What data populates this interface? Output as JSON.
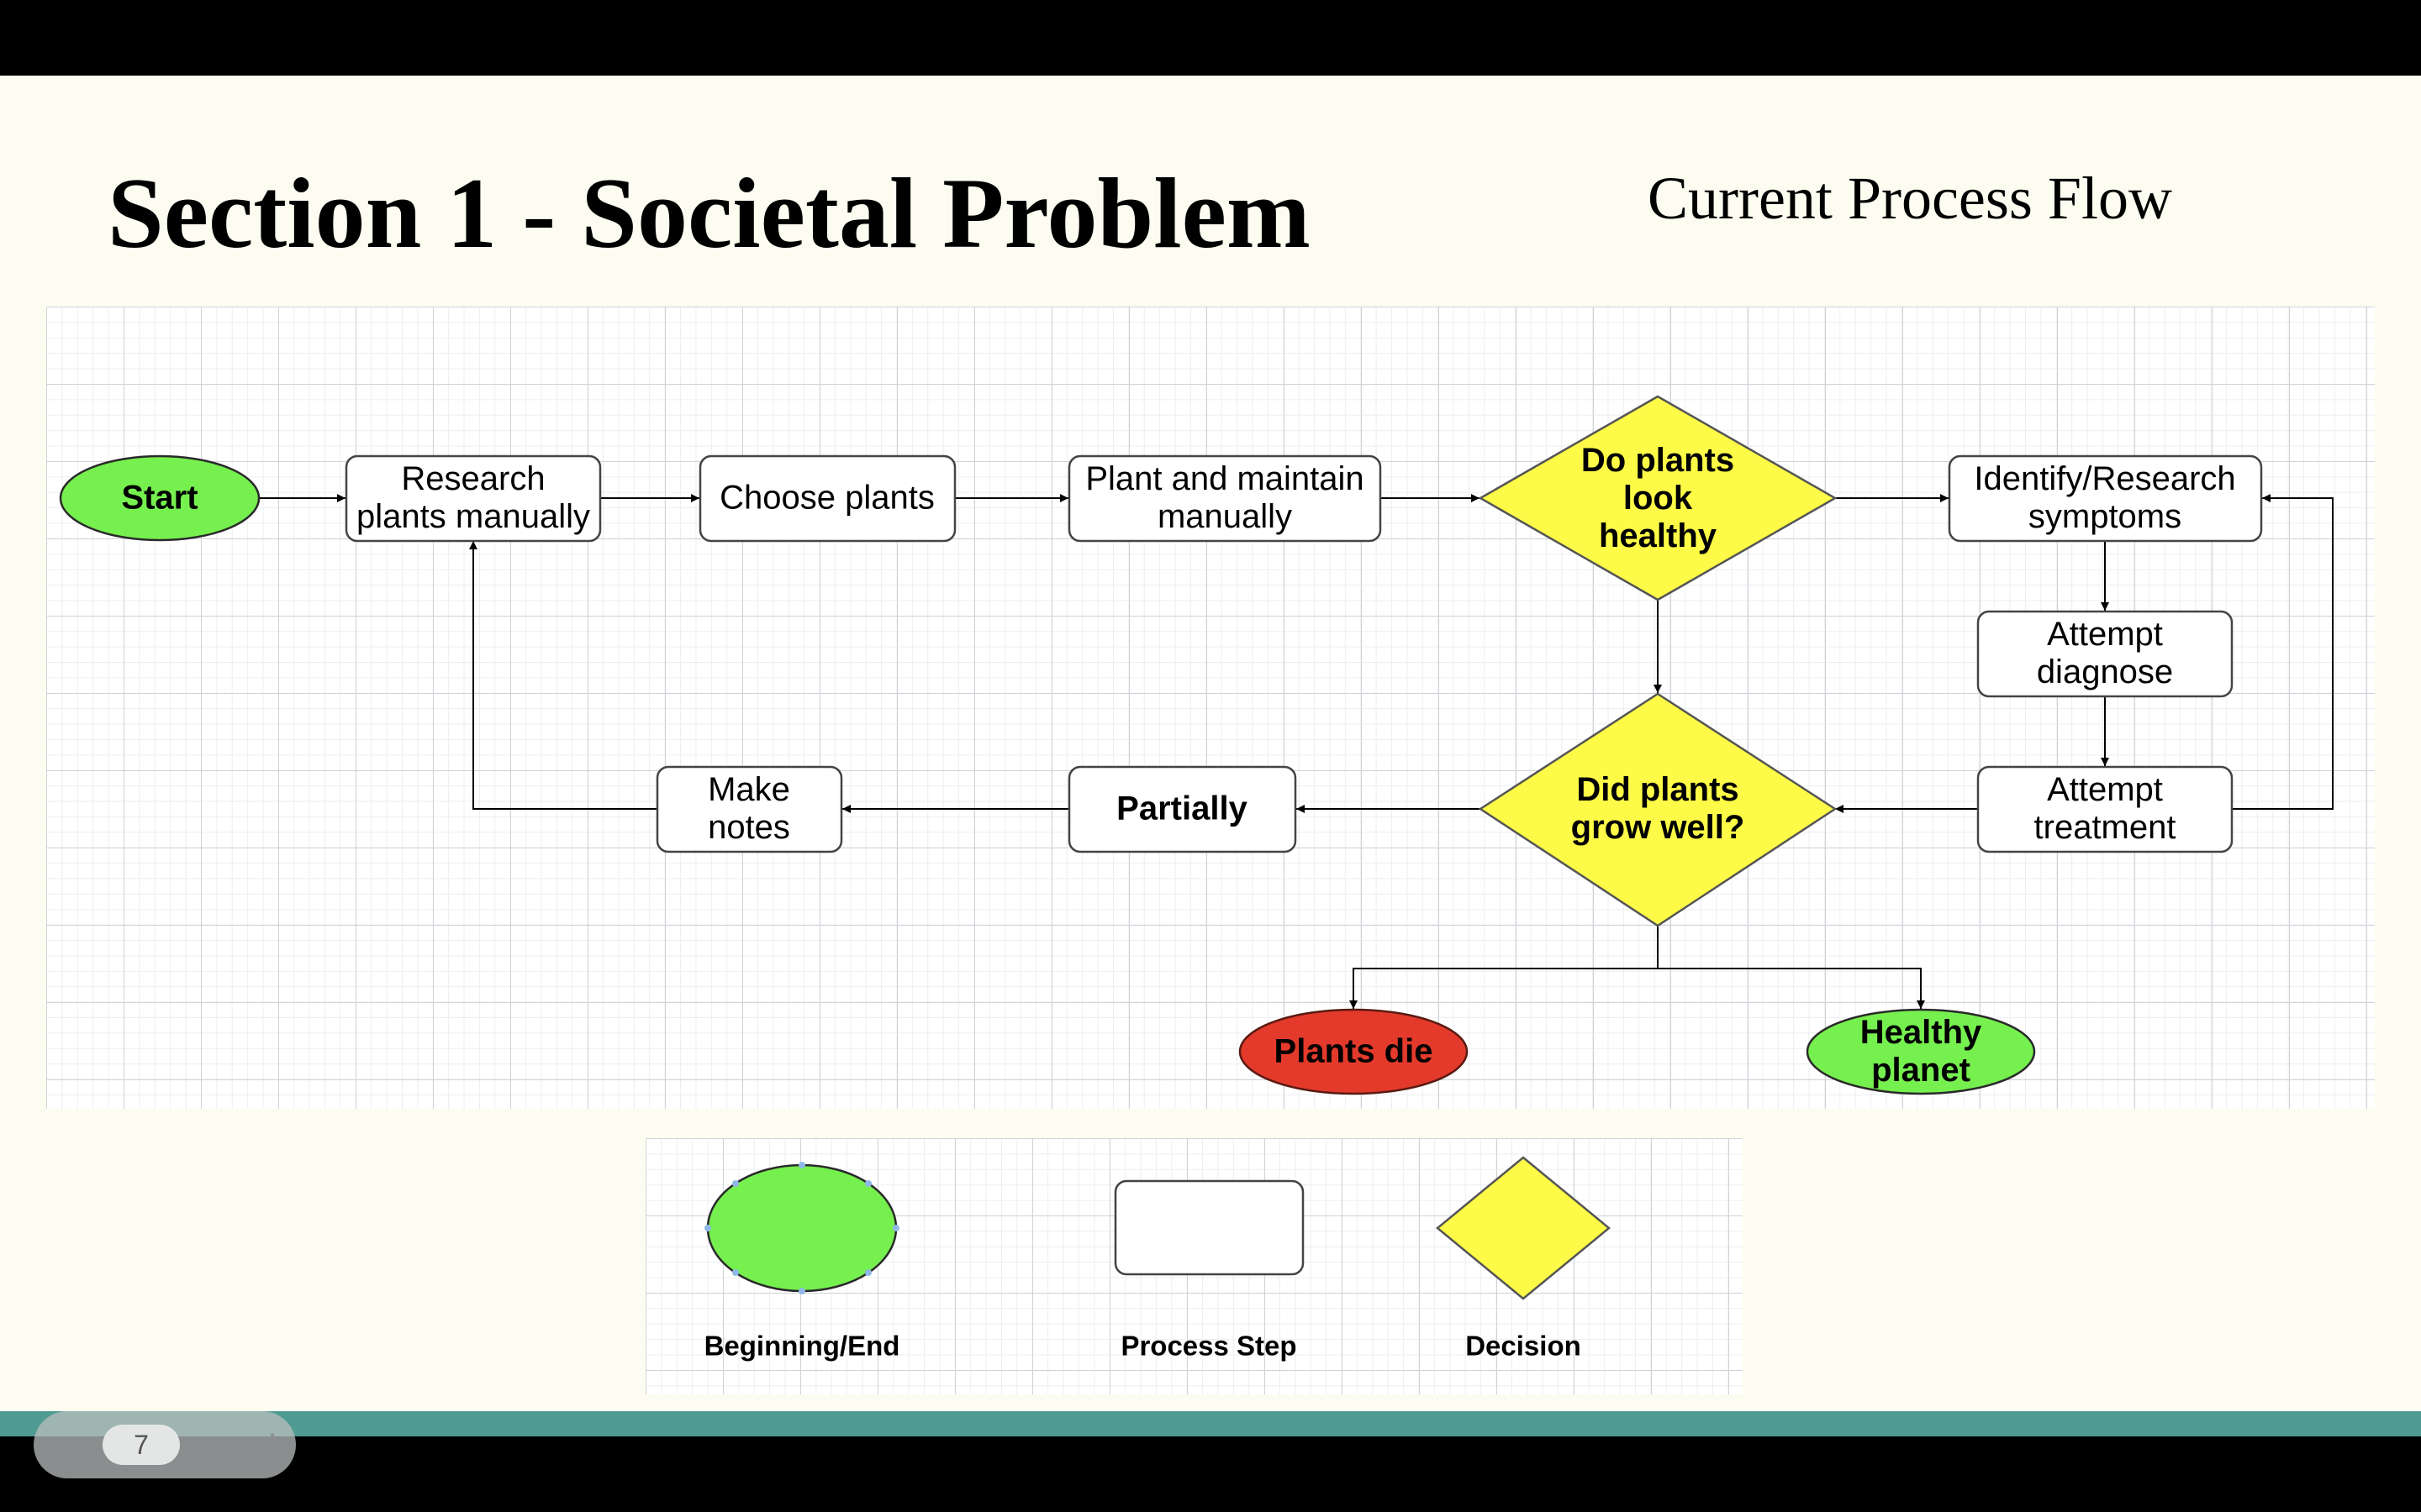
{
  "slide": {
    "title": "Section 1 - Societal Problem",
    "subtitle": "Current Process Flow"
  },
  "flowchart": {
    "nodes": {
      "start": {
        "label": "Start",
        "shape": "ellipse",
        "color": "#76f04f"
      },
      "research_plants": {
        "label": "Research\nplants manually",
        "shape": "rounded-rect"
      },
      "choose_plants": {
        "label": "Choose plants",
        "shape": "rounded-rect"
      },
      "plant_maintain": {
        "label": "Plant and maintain\nmanually",
        "shape": "rounded-rect"
      },
      "plants_healthy": {
        "label": "Do plants\nlook\nhealthy",
        "shape": "diamond",
        "color": "#fdfb47"
      },
      "identify_symptoms": {
        "label": "Identify/Research\nsymptoms",
        "shape": "rounded-rect"
      },
      "attempt_diagnose": {
        "label": "Attempt\ndiagnose",
        "shape": "rounded-rect"
      },
      "attempt_treatment": {
        "label": "Attempt\ntreatment",
        "shape": "rounded-rect"
      },
      "grow_well": {
        "label": "Did plants\ngrow well?",
        "shape": "diamond",
        "color": "#fdfb47"
      },
      "partially": {
        "label": "Partially",
        "shape": "rounded-rect"
      },
      "make_notes": {
        "label": "Make\nnotes",
        "shape": "rounded-rect"
      },
      "plants_die": {
        "label": "Plants die",
        "shape": "ellipse",
        "color": "#e33a2b"
      },
      "healthy_planet": {
        "label": "Healthy\nplanet",
        "shape": "ellipse",
        "color": "#76f04f"
      }
    },
    "edges": [
      [
        "start",
        "research_plants"
      ],
      [
        "research_plants",
        "choose_plants"
      ],
      [
        "choose_plants",
        "plant_maintain"
      ],
      [
        "plant_maintain",
        "plants_healthy"
      ],
      [
        "plants_healthy",
        "identify_symptoms"
      ],
      [
        "identify_symptoms",
        "attempt_diagnose"
      ],
      [
        "attempt_diagnose",
        "attempt_treatment"
      ],
      [
        "attempt_treatment",
        "identify_symptoms"
      ],
      [
        "attempt_treatment",
        "grow_well"
      ],
      [
        "plants_healthy",
        "grow_well"
      ],
      [
        "grow_well",
        "partially"
      ],
      [
        "partially",
        "make_notes"
      ],
      [
        "make_notes",
        "research_plants"
      ],
      [
        "grow_well",
        "plants_die"
      ],
      [
        "grow_well",
        "healthy_planet"
      ]
    ]
  },
  "legend": {
    "items": [
      {
        "label": "Beginning/End",
        "shape": "ellipse",
        "color": "#76f04f"
      },
      {
        "label": "Process Step",
        "shape": "rounded-rect",
        "color": "#ffffff"
      },
      {
        "label": "Decision",
        "shape": "diamond",
        "color": "#fdfb47"
      }
    ]
  },
  "navigation": {
    "current_page": "7",
    "prev_icon": "chevron-left-icon",
    "next_icon": "chevron-right-icon",
    "more_icon": "more-vertical-icon"
  },
  "colors": {
    "slide_background": "#fdfcf0",
    "teal_bar": "#4f9b91",
    "terminal_green": "#76f04f",
    "terminal_red": "#e33a2b",
    "decision_yellow": "#fdfb47"
  }
}
